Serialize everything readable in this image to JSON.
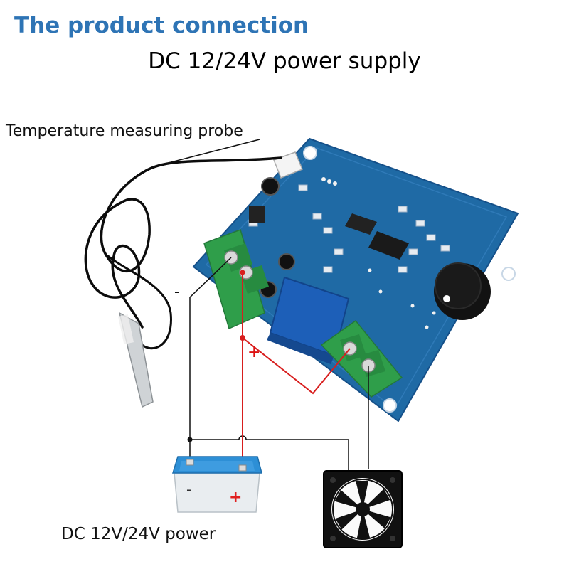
{
  "title": "The product connection",
  "subtitle": "DC 12/24V power supply",
  "probe_label": "Temperature measuring probe",
  "power_label": "DC 12V/24V power",
  "wiring": {
    "minus_sign": "-",
    "plus_sign": "+"
  },
  "battery": {
    "minus_sign": "-",
    "plus_sign": "+"
  },
  "colors": {
    "title": "#2e74b5",
    "board": "#1f6aa5",
    "terminal": "#2f9e4a",
    "relay": "#1d5fb8",
    "positive_wire": "#d81e1e",
    "negative_wire": "#111111",
    "battery_top": "#2d8fd6"
  },
  "icons": [
    "thermometer-probe-icon",
    "circuit-board-icon",
    "relay-icon",
    "buzzer-icon",
    "battery-icon",
    "fan-icon"
  ]
}
